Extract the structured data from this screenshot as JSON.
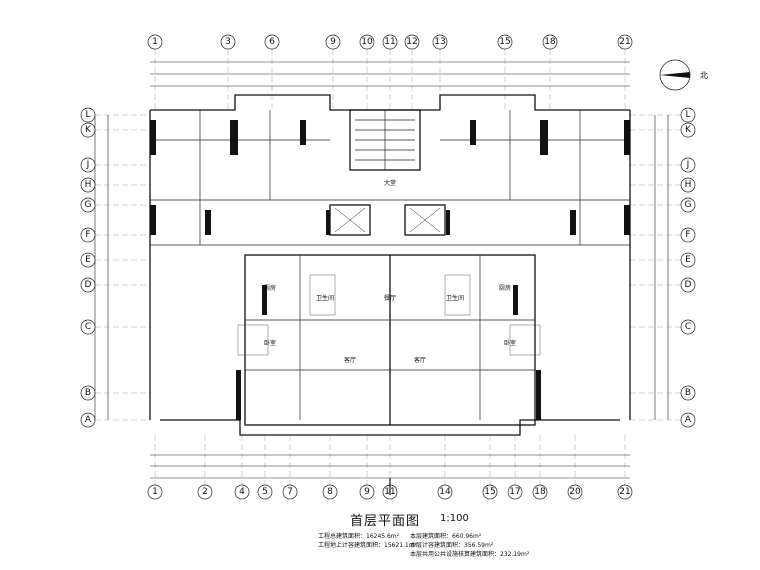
{
  "drawing": {
    "title": "首层平面图",
    "scale": "1:100",
    "north_label": "北",
    "notes_left": [
      "工程总建筑面积：16245.6m²",
      "工程地上计容建筑面积：15621.1m²"
    ],
    "notes_right": [
      "本层建筑面积：660.96m²",
      "本层计容建筑面积：356.59m²",
      "本层共用公共设施核算建筑面积：232.19m²"
    ]
  },
  "axes": {
    "columns_top": [
      "1",
      "3",
      "6",
      "9",
      "10",
      "11",
      "12",
      "13",
      "15",
      "18",
      "21"
    ],
    "columns_bottom": [
      "1",
      "2",
      "4",
      "5",
      "7",
      "8",
      "9",
      "11",
      "14",
      "15",
      "17",
      "18",
      "20",
      "21"
    ],
    "rows_left": [
      "L",
      "K",
      "J",
      "H",
      "G",
      "F",
      "E",
      "D",
      "C",
      "B",
      "A"
    ],
    "rows_right": [
      "L",
      "K",
      "J",
      "H",
      "G",
      "F",
      "E",
      "D",
      "C",
      "B",
      "A"
    ]
  },
  "rooms": [
    {
      "label": "卧室"
    },
    {
      "label": "卧室"
    },
    {
      "label": "客厅"
    },
    {
      "label": "客厅"
    },
    {
      "label": "餐厅"
    },
    {
      "label": "厨房"
    },
    {
      "label": "厨房"
    },
    {
      "label": "卫生间"
    },
    {
      "label": "卫生间"
    },
    {
      "label": "大堂"
    }
  ]
}
